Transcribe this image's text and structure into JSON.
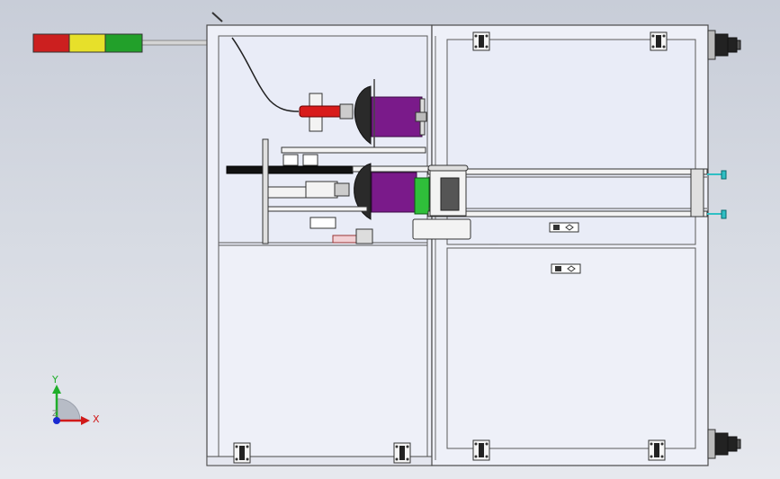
{
  "scene": {
    "background_top": "#c8cdd8",
    "background_bottom": "#e6e8ee",
    "panel_fill": "#eef0f8",
    "frame_stroke": "#4a4a4a"
  },
  "signal_tower": {
    "colors": [
      "#cc1f1f",
      "#e7e02a",
      "#22a02a"
    ]
  },
  "components": {
    "cylinder_color": "#7a1a8a",
    "dome_color": "#2a2a2a",
    "gripper_color": "#2fbf3a",
    "red_tip_color": "#d81b1b",
    "fitting_color": "#2fbfc4",
    "connector_color": "#222222"
  },
  "triad": {
    "x_label": "X",
    "y_label": "Y",
    "z_label": "Z",
    "x_color": "#d11a1a",
    "y_color": "#1fae2a",
    "z_color": "#1a2ad1"
  }
}
